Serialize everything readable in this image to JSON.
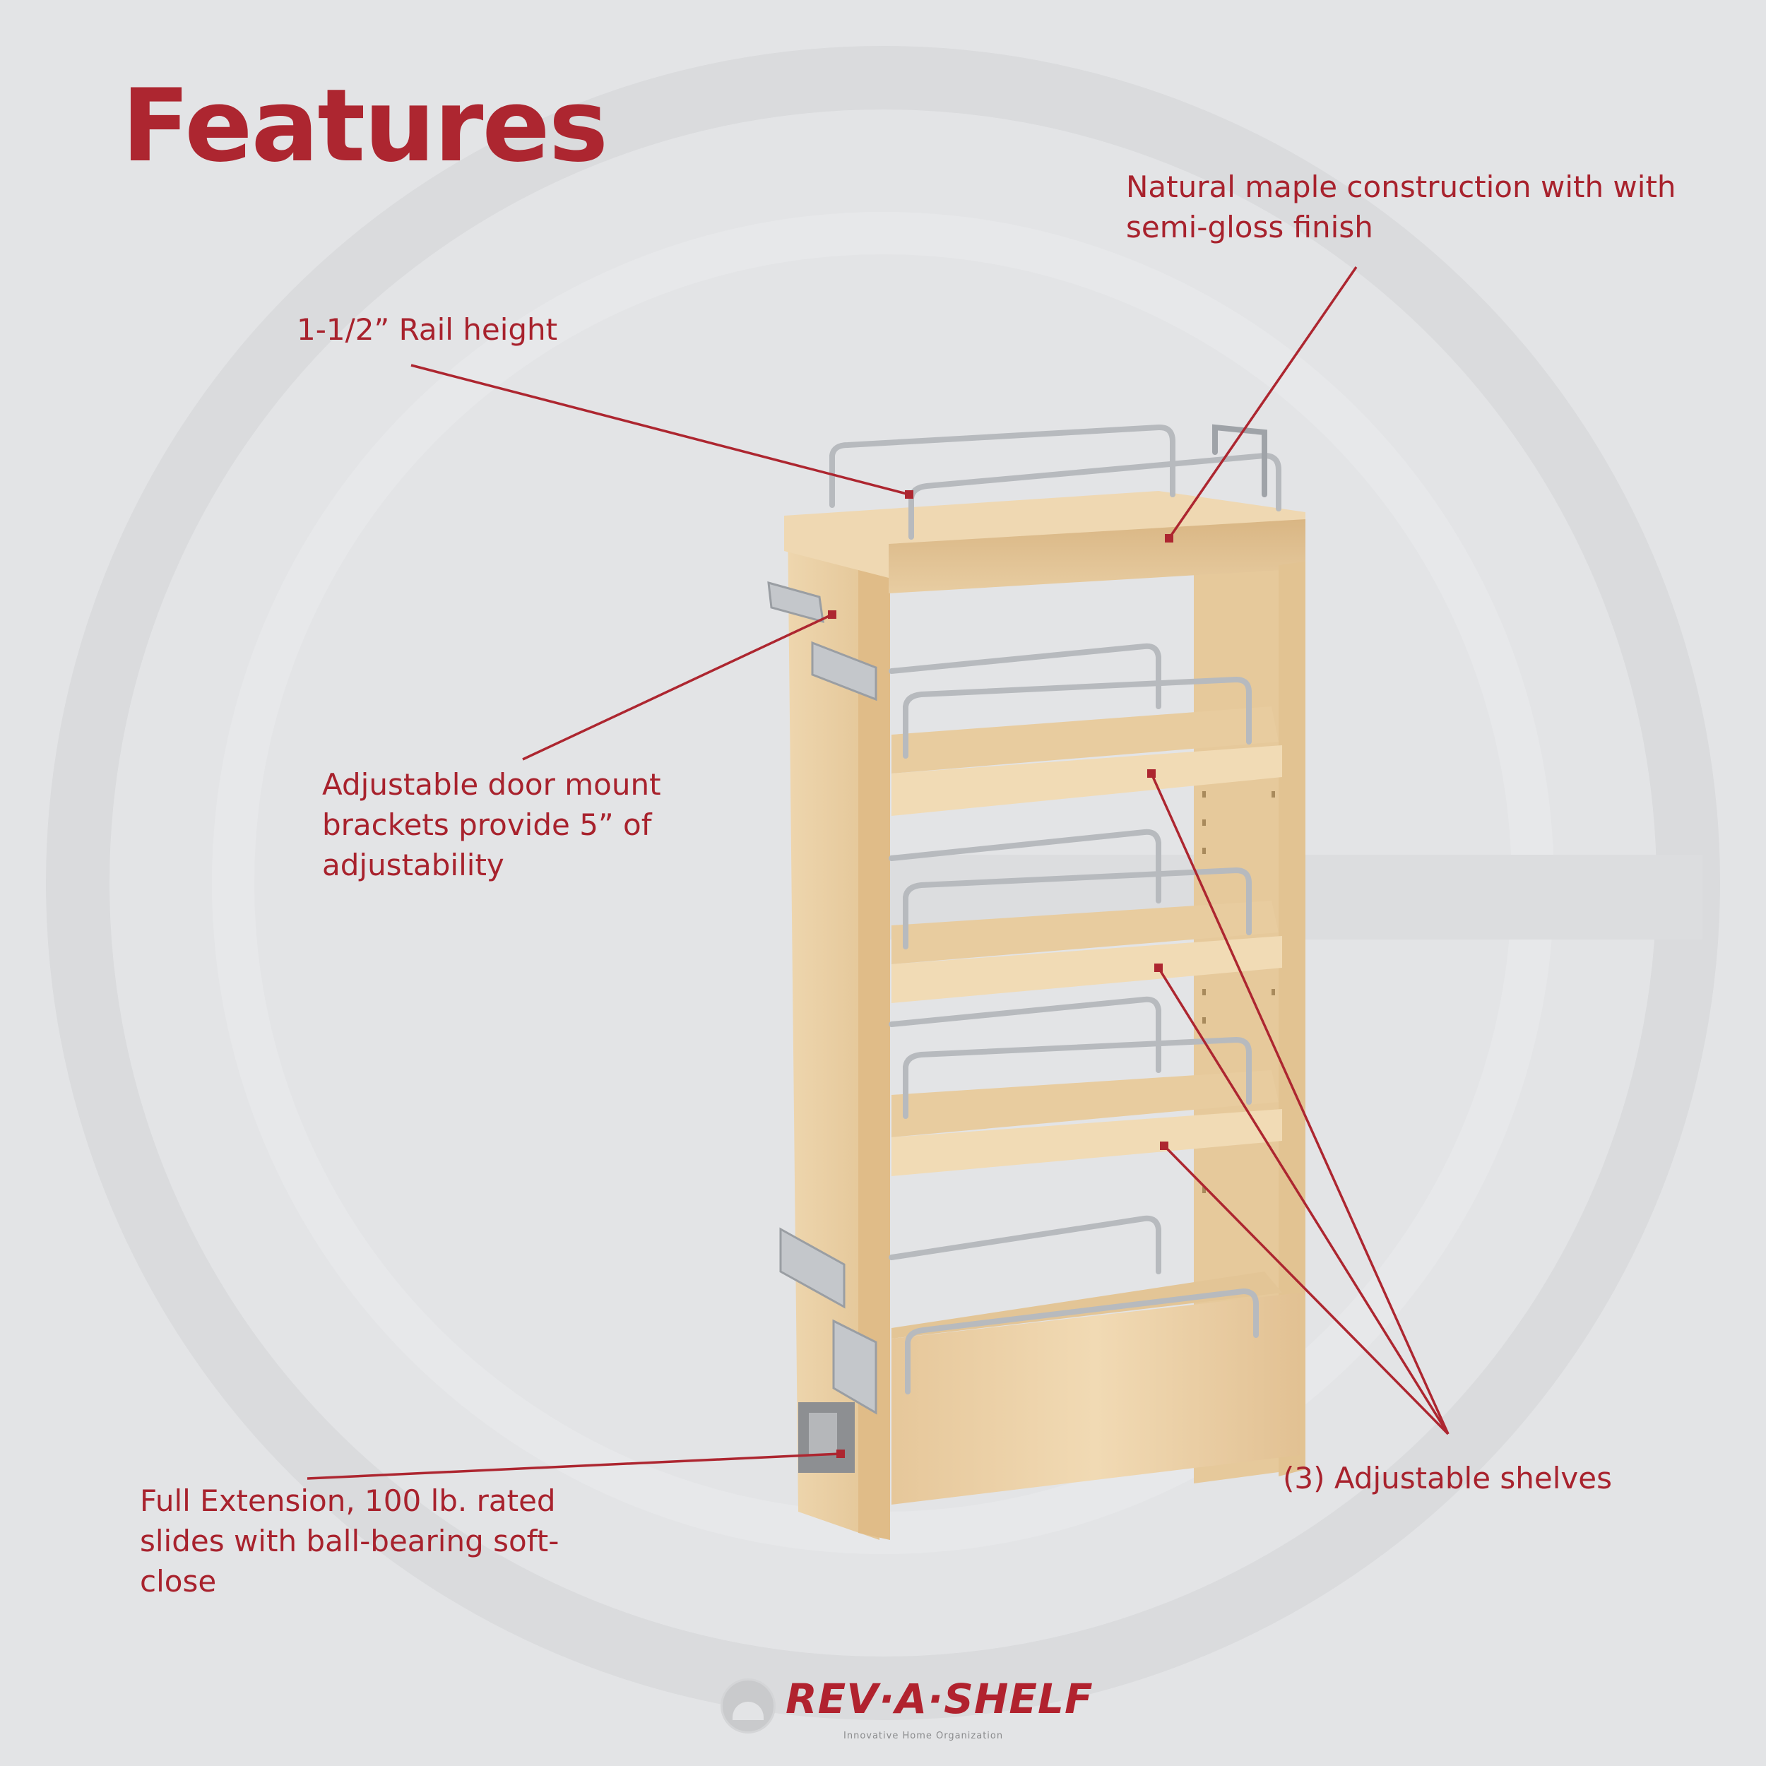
{
  "page": {
    "title": "Features",
    "colors": {
      "accent_red": "#ad2630",
      "background": "#e3e4e6",
      "maple": "#ecd2a8",
      "chrome": "#b9bcc0"
    }
  },
  "callouts": [
    {
      "id": "maple",
      "text": "Natural maple construction with with semi-gloss finish"
    },
    {
      "id": "rail",
      "text": "1-1/2” Rail height"
    },
    {
      "id": "door",
      "text": "Adjustable door mount brackets provide 5” of adjustability"
    },
    {
      "id": "slides",
      "text": "Full Extension, 100 lb. rated slides with ball-bearing soft-close"
    },
    {
      "id": "shelves",
      "text": "(3) Adjustable shelves"
    }
  ],
  "product": {
    "description": "maple pull-out cabinet organizer with chrome rails",
    "shelf_count": 5
  },
  "logo": {
    "wordmark": "REV·A·SHELF",
    "tagline": "Innovative Home Organization"
  }
}
